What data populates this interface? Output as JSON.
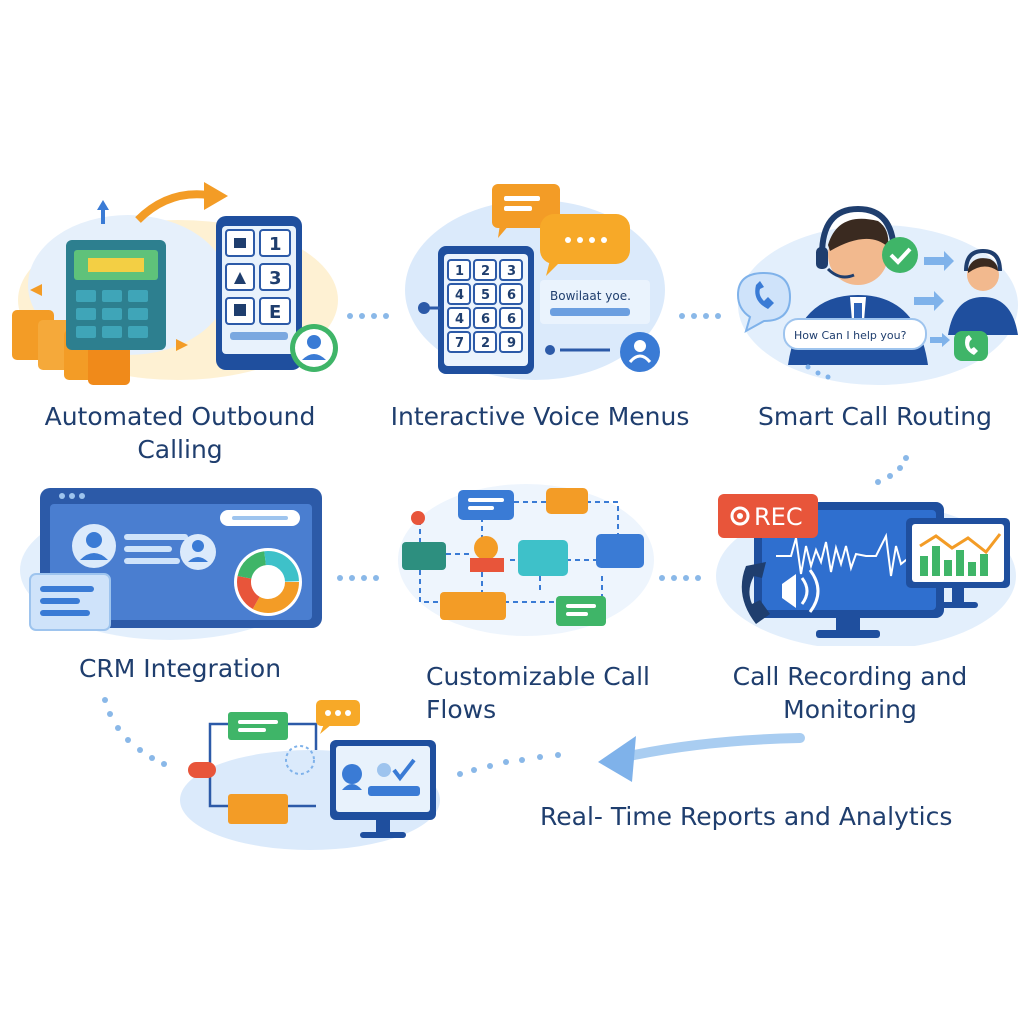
{
  "features": [
    {
      "id": "outbound",
      "lines": [
        "Automated Outbound",
        "Calling"
      ],
      "icon": "auto-dialer-phone"
    },
    {
      "id": "ivr",
      "lines": [
        "Interactive Voice Menus"
      ],
      "icon": "keypad-chat"
    },
    {
      "id": "routing",
      "lines": [
        "Smart Call Routing"
      ],
      "icon": "agent-headset"
    },
    {
      "id": "crm",
      "lines": [
        "CRM Integration"
      ],
      "icon": "crm-dashboard"
    },
    {
      "id": "flows",
      "lines": [
        "Customizable Call",
        "Flows"
      ],
      "icon": "flowchart"
    },
    {
      "id": "recording",
      "lines": [
        "Call Recording and",
        "Monitoring"
      ],
      "icon": "recording-monitor"
    },
    {
      "id": "reports",
      "lines": [
        "Real- Time Reports and Analytics"
      ],
      "icon": "analytics-monitor"
    }
  ],
  "ivr_bubble_text": "Bowilaat yoe.",
  "routing_bubble_text": "How Can I help you?",
  "rec_badge_text": "REC",
  "colors": {
    "navy": "#1f3e6e",
    "blue": "#3a7bd5",
    "light_blue": "#dbeafb",
    "orange": "#f39c26",
    "green": "#3fb568",
    "red": "#e8553a",
    "teal": "#3ec1c9"
  }
}
